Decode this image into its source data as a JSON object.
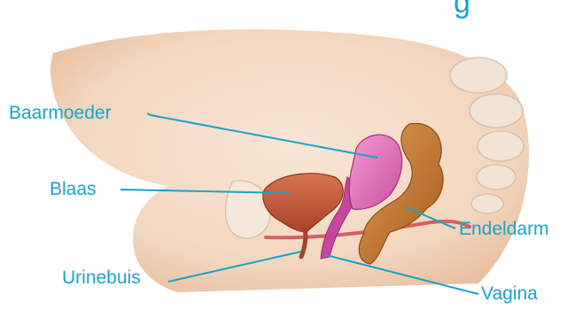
{
  "title_fragment": "g",
  "colors": {
    "label": "#1aa3c9",
    "leader": "#1aa3c9",
    "skin": "#f5ddc9",
    "skin_shadow": "#e9c3a6",
    "bladder": "#c95a3c",
    "uterus": "#e07cc0",
    "vagina": "#c8459c",
    "rectum": "#c4742c",
    "bone": "#f2e4d6"
  },
  "labels": {
    "baarmoeder": "Baarmoeder",
    "blaas": "Blaas",
    "urinebuis": "Urinebuis",
    "endeldarm": "Endeldarm",
    "vagina": "Vagina"
  }
}
